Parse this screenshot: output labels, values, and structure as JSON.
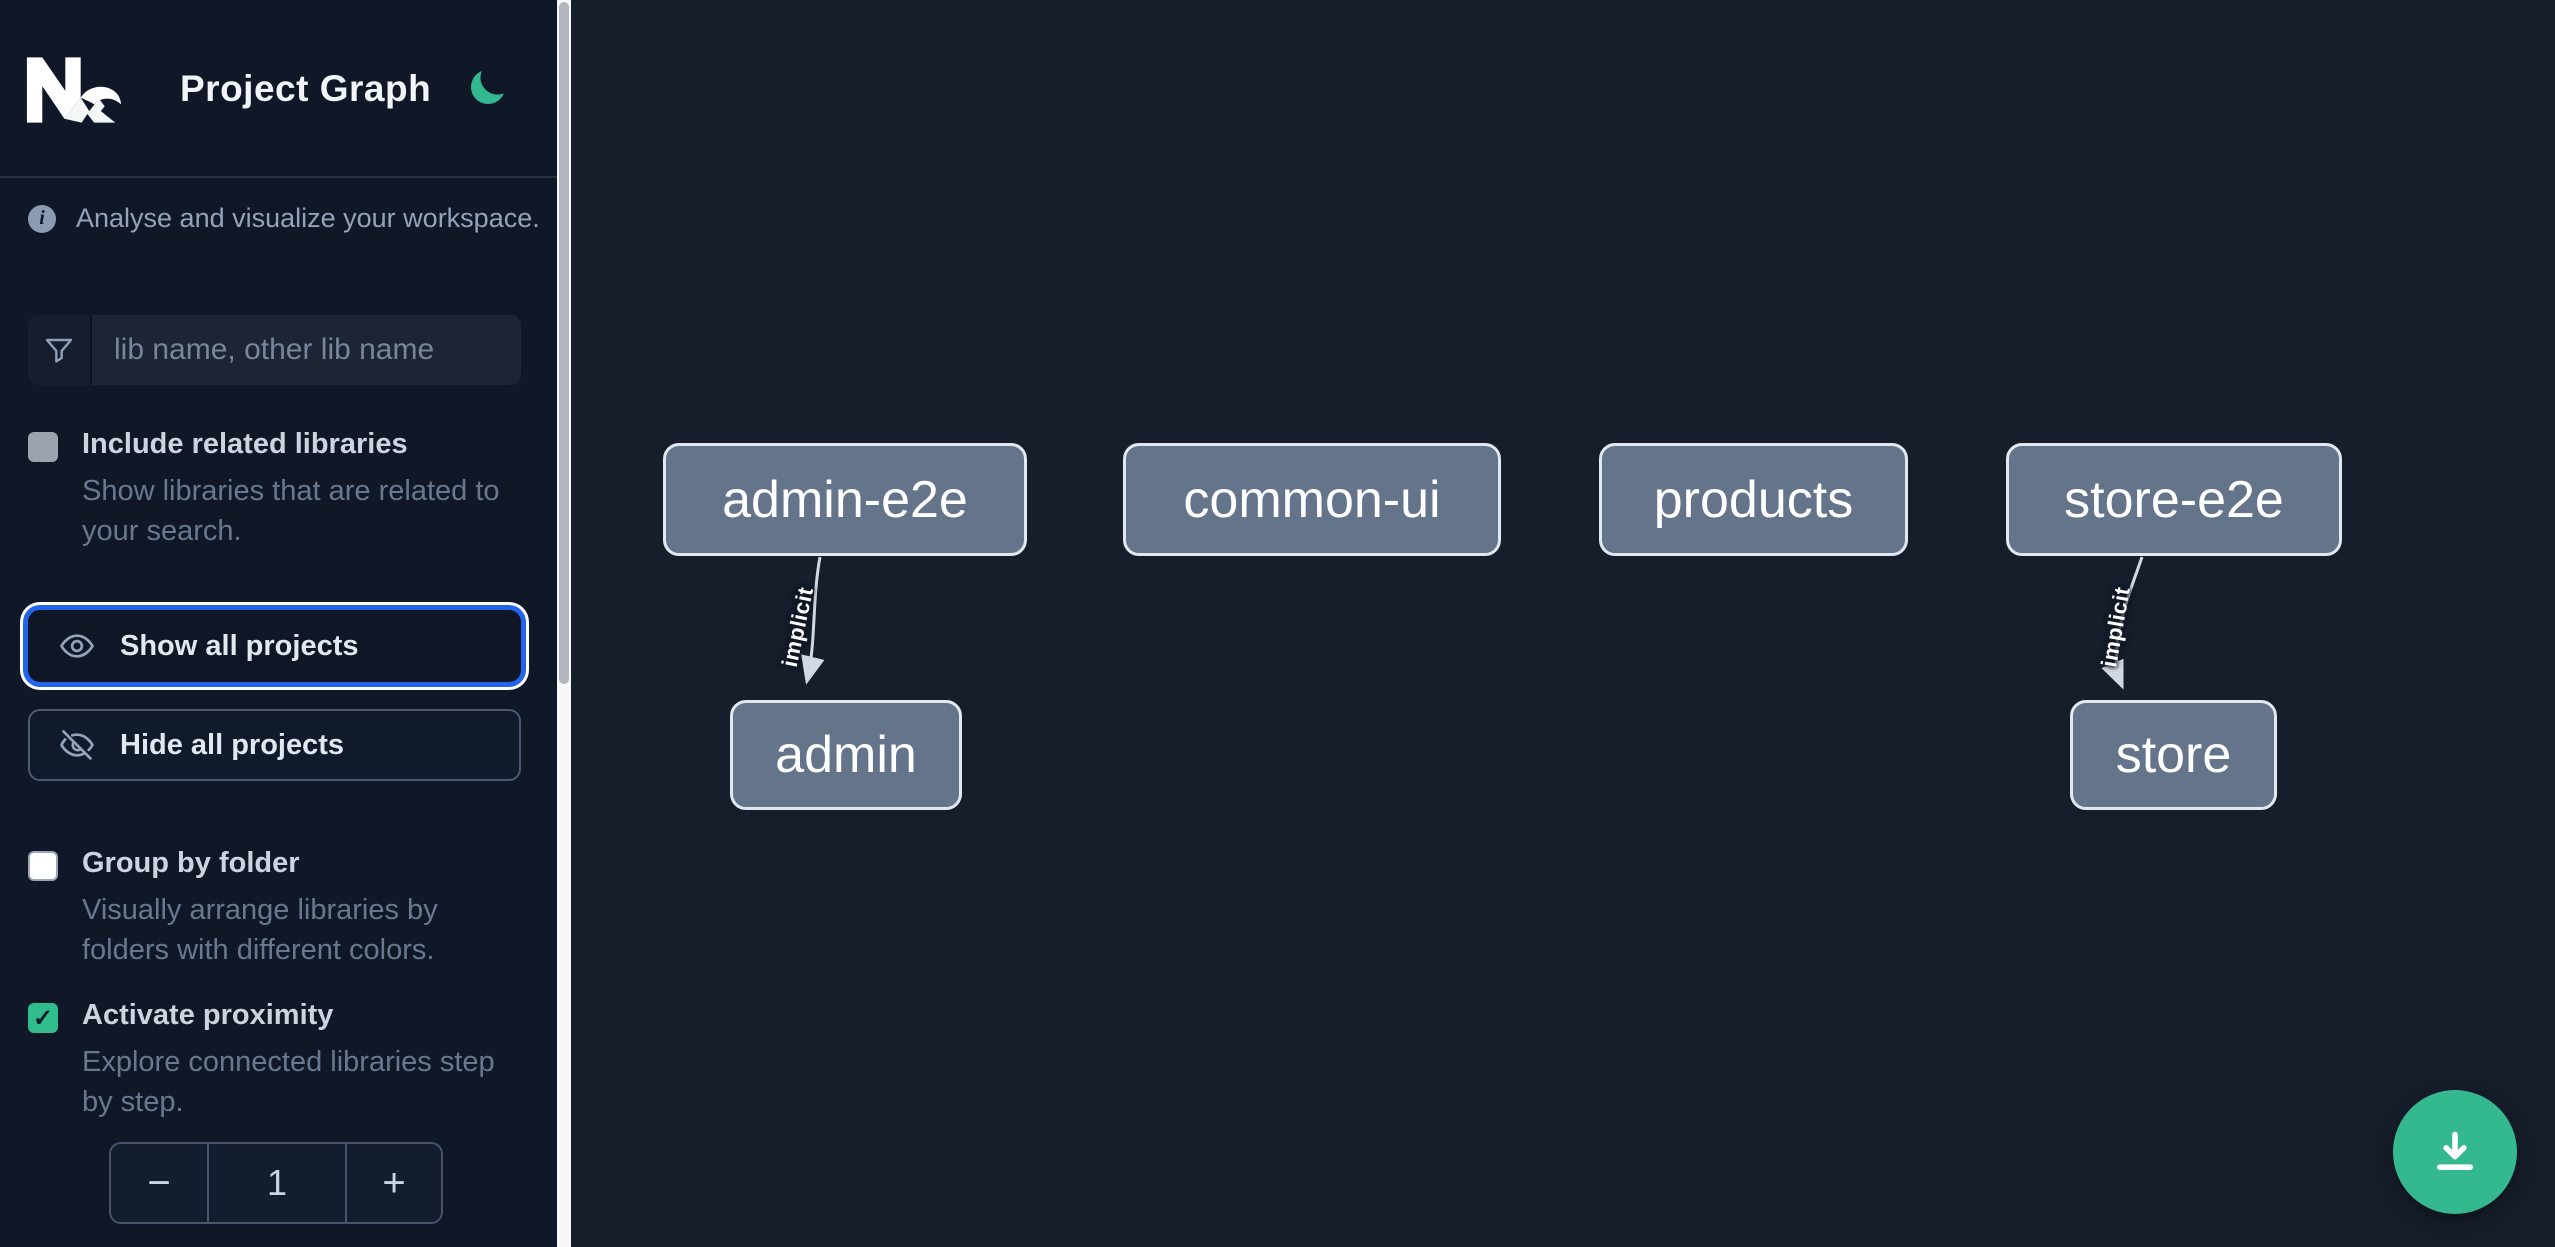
{
  "header": {
    "app_title": "Project Graph"
  },
  "sidebar": {
    "tagline": "Analyse and visualize your workspace.",
    "search": {
      "placeholder": "lib name, other lib name",
      "value": ""
    },
    "include_related": {
      "label": "Include related libraries",
      "description": "Show libraries that are related to your search.",
      "checked": false
    },
    "show_all": {
      "label": "Show all projects",
      "focused": true
    },
    "hide_all": {
      "label": "Hide all projects",
      "focused": false
    },
    "group_by_folder": {
      "label": "Group by folder",
      "description": "Visually arrange libraries by folders with different colors.",
      "checked": false
    },
    "proximity": {
      "label": "Activate proximity",
      "description": "Explore connected libraries step by step.",
      "checked": true,
      "checkmark": "✓"
    },
    "stepper": {
      "decrement_label": "−",
      "value": "1",
      "increment_label": "+"
    }
  },
  "graph": {
    "nodes": [
      {
        "id": "admin-e2e",
        "label": "admin-e2e"
      },
      {
        "id": "common-ui",
        "label": "common-ui"
      },
      {
        "id": "products",
        "label": "products"
      },
      {
        "id": "store-e2e",
        "label": "store-e2e"
      },
      {
        "id": "admin",
        "label": "admin"
      },
      {
        "id": "store",
        "label": "store"
      }
    ],
    "edges": [
      {
        "source": "admin-e2e",
        "target": "admin",
        "type": "implicit",
        "label": "implicit"
      },
      {
        "source": "store-e2e",
        "target": "store",
        "type": "implicit",
        "label": "implicit"
      }
    ]
  },
  "colors": {
    "accent_green": "#33b890",
    "focus_blue": "#2563eb",
    "sidebar_bg": "#101827",
    "canvas_bg": "#161d2b",
    "node_fill": "#64748b",
    "node_border": "#e2e8f0"
  }
}
